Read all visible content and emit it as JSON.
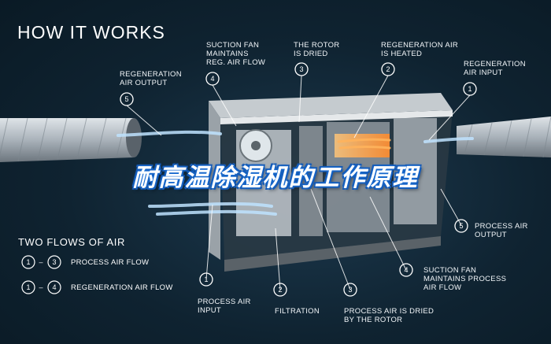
{
  "title": "HOW IT WORKS",
  "banner": "耐高温除湿机的工作原理",
  "callouts_top": {
    "regen_output": "REGENERATION\nAIR OUTPUT",
    "suction_reg": "SUCTION FAN\nMAINTAINS\nREG. AIR FLOW",
    "rotor_dried": "THE ROTOR\nIS DRIED",
    "regen_heated": "REGENERATION AIR\nIS HEATED",
    "regen_input": "REGENERATION\nAIR INPUT"
  },
  "callouts_bottom": {
    "process_output": "PROCESS AIR\nOUTPUT",
    "suction_process": "SUCTION FAN\nMAINTAINS PROCESS\nAIR FLOW",
    "process_input": "PROCESS AIR\nINPUT",
    "filtration": "FILTRATION",
    "process_dried": "PROCESS AIR IS DRIED\nBY THE ROTOR"
  },
  "badges": {
    "b1": "1",
    "b2": "2",
    "b3": "3",
    "b4": "4",
    "b5": "5"
  },
  "legend": {
    "title": "TWO FLOWS OF AIR",
    "row1_from": "1",
    "row1_to": "3",
    "row1_sep": "–",
    "row1_label": "PROCESS AIR FLOW",
    "row2_from": "1",
    "row2_to": "4",
    "row2_sep": "–",
    "row2_label": "REGENERATION AIR FLOW"
  },
  "colors": {
    "background": "#0f2331",
    "banner_outline": "#1557b0",
    "process_flow": "#bfe3ff",
    "regen_flow": "#ffb35c"
  }
}
